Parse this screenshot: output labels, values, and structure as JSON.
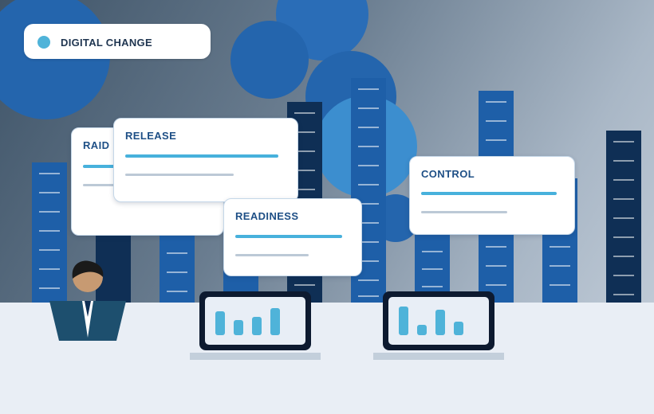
{
  "badge": {
    "label": "DIGITAL CHANGE"
  },
  "cards": [
    {
      "title": "RAID"
    },
    {
      "title": "RELEASE"
    },
    {
      "title": "READINESS"
    },
    {
      "title": "CONTROL"
    }
  ],
  "colors": {
    "accent": "#4fb3d9",
    "title_text": "#1e4f86",
    "navy": "#0f2f55",
    "blue": "#1e5fa8"
  },
  "laptops": [
    {
      "bars": [
        0.8,
        0.5,
        0.6,
        0.9
      ]
    },
    {
      "bars": [
        0.95,
        0.35,
        0.85,
        0.45
      ]
    }
  ]
}
